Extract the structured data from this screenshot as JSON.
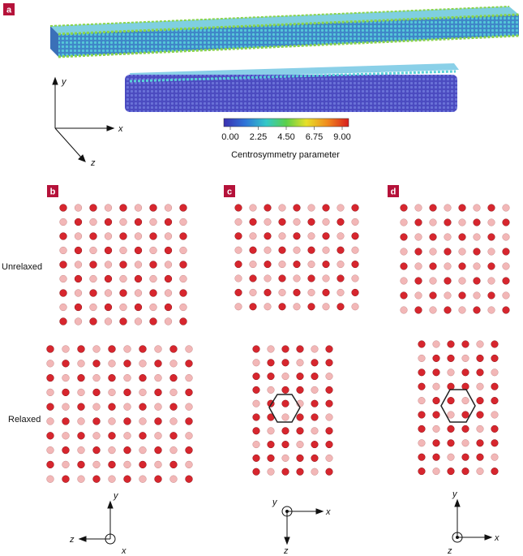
{
  "panels": {
    "a": {
      "badge": "a"
    },
    "b": {
      "badge": "b"
    },
    "c": {
      "badge": "c"
    },
    "d": {
      "badge": "d"
    }
  },
  "rows": {
    "unrelaxed": "Unrelaxed",
    "relaxed": "Relaxed"
  },
  "colorbar": {
    "title": "Centrosymmetry parameter",
    "ticks": [
      "0.00",
      "2.25",
      "4.50",
      "6.75",
      "9.00"
    ],
    "colors": [
      "#3b2fb0",
      "#2f74d8",
      "#33c8c8",
      "#5bd04a",
      "#e6e02a",
      "#f08a1e",
      "#d81e1e"
    ]
  },
  "axes": {
    "a": {
      "y": "y",
      "x": "x",
      "z": "z"
    },
    "b": {
      "y": "y",
      "z": "z",
      "x": "x"
    },
    "c": {
      "y": "y",
      "x": "x",
      "z": "z"
    },
    "d": {
      "y": "y",
      "x": "x",
      "z": "z"
    }
  },
  "colors": {
    "badge": "#b5123a",
    "atom_dark": "#d7262e",
    "atom_light": "#f2b7b7",
    "rod_blue": "#3f78c4",
    "rod_purple": "#5a55c8",
    "rod_edge": "#7fd24a"
  }
}
